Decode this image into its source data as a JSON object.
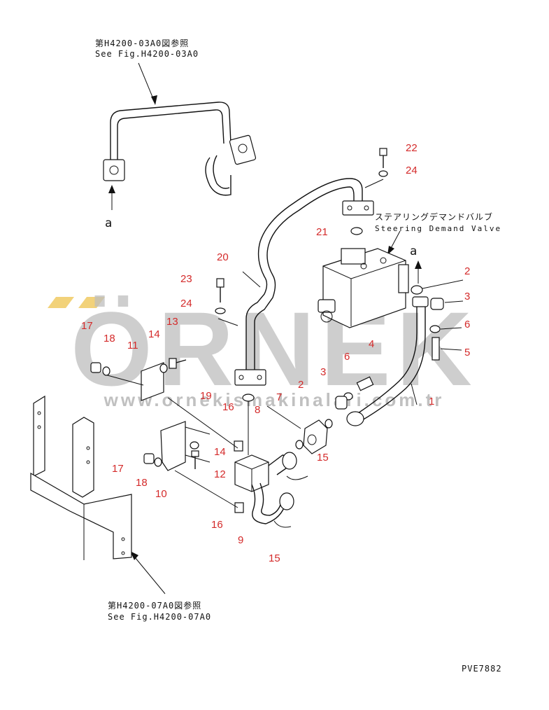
{
  "references": {
    "top_jp": "第H4200-03A0図参照",
    "top_en": "See Fig.H4200-03A0",
    "bottom_jp": "第H4200-07A0図参照",
    "bottom_en": "See Fig.H4200-07A0",
    "valve_jp": "ステアリングデマンドバルブ",
    "valve_en": "Steering Demand Valve",
    "arrow_label_left": "a",
    "arrow_label_right": "a"
  },
  "watermark": {
    "brand": "ÖRNEK",
    "url": "www.ornekismakinalari.com.tr",
    "color": "#b9b9b9",
    "accent": "#f2d27a"
  },
  "drawing_code": "PVE7882",
  "callouts": {
    "n1": "1",
    "n2a": "2",
    "n2b": "2",
    "n3a": "3",
    "n3b": "3",
    "n4": "4",
    "n5": "5",
    "n6a": "6",
    "n6b": "6",
    "n7": "7",
    "n8": "8",
    "n9": "9",
    "n10": "10",
    "n11": "11",
    "n12": "12",
    "n13": "13",
    "n14a": "14",
    "n14b": "14",
    "n15a": "15",
    "n15b": "15",
    "n16a": "16",
    "n16b": "16",
    "n17a": "17",
    "n17b": "17",
    "n18a": "18",
    "n18b": "18",
    "n19": "19",
    "n20": "20",
    "n21": "21",
    "n22": "22",
    "n23": "23",
    "n24a": "24",
    "n24b": "24"
  },
  "colors": {
    "callout": "#d42a2a",
    "line": "#111111"
  }
}
